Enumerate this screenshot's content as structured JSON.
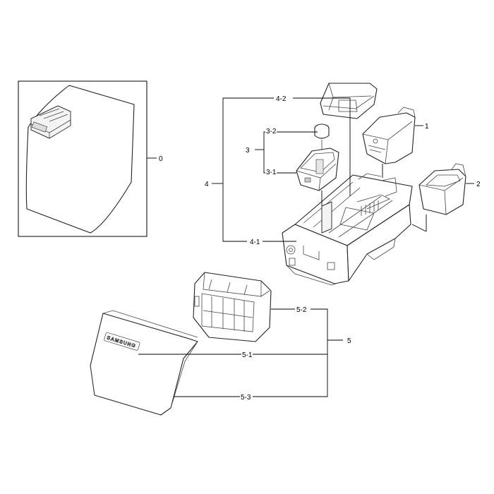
{
  "callouts": {
    "c0": "0",
    "c1": "1",
    "c2": "2",
    "c3": "3",
    "c3_1": "3-1",
    "c3_2": "3-2",
    "c4": "4",
    "c4_1": "4-1",
    "c4_2": "4-2",
    "c5": "5",
    "c5_1": "5-1",
    "c5_2": "5-2",
    "c5_3": "5-3"
  },
  "brand_mark": "SAMSUNG"
}
